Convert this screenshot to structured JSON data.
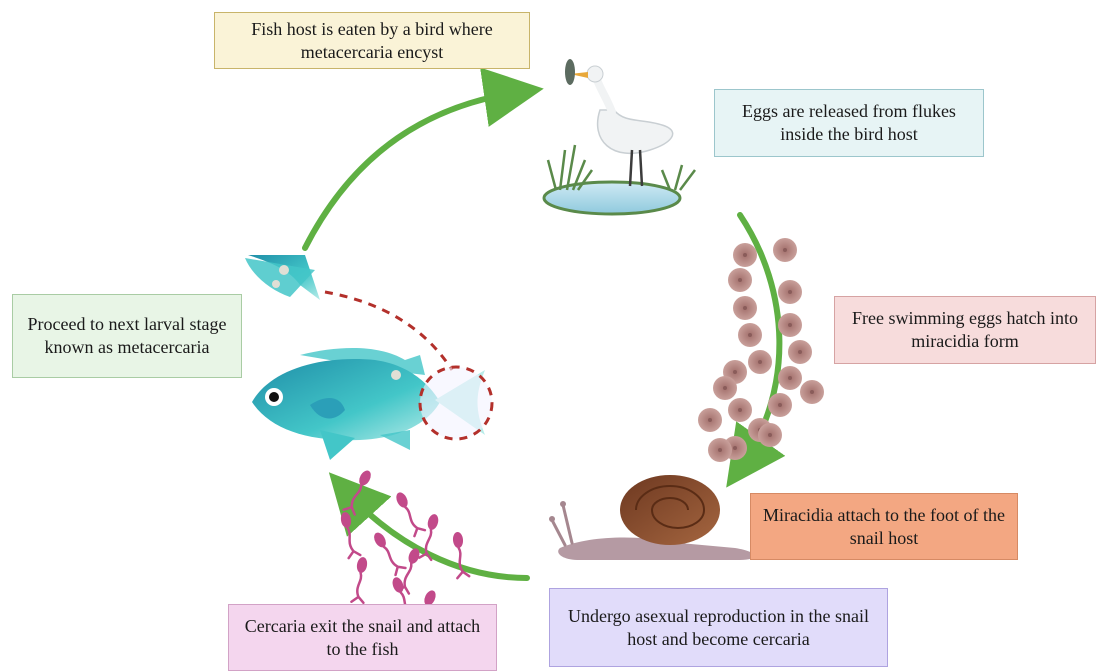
{
  "steps": {
    "bird_eats": {
      "text": "Fish host is eaten by a bird where metacercaria encyst",
      "bg": "#faf3d7",
      "border": "#c8b46a"
    },
    "eggs_release": {
      "text": "Eggs are released from flukes inside the bird host",
      "bg": "#e7f4f5",
      "border": "#9cc6cc"
    },
    "hatch": {
      "text": "Free swimming eggs hatch into miracidia form",
      "bg": "#f7dcdc",
      "border": "#d6a3a3"
    },
    "miracidia": {
      "text": "Miracidia attach to the foot of the snail host",
      "bg": "#f3a782",
      "border": "#d68a64"
    },
    "asexual": {
      "text": "Undergo asexual reproduction in the snail host and become cercaria",
      "bg": "#e1dcfa",
      "border": "#aea3e0"
    },
    "cercaria": {
      "text": "Cercaria exit the snail and attach to the fish",
      "bg": "#f4d6ee",
      "border": "#d2a2c6"
    },
    "metacercaria": {
      "text": "Proceed to next larval stage known as metacercaria",
      "bg": "#e8f5e6",
      "border": "#a9cca4"
    }
  },
  "colors": {
    "cycle_arrow": "#5fb043",
    "egg_fill": "#b98a86",
    "egg_core": "#8a5c5a",
    "fish_body": "#3dbfc7",
    "fish_dark": "#1f8ea8",
    "snail_shell": "#8a4e2d",
    "snail_body": "#b59aa3",
    "cercaria": "#c24a8a",
    "egret": "#f1f3f4",
    "dashed_circle": "#b3302b"
  },
  "icons": [
    "egret-icon",
    "pond-icon",
    "egg-cluster-icon",
    "snail-icon",
    "cercaria-cluster-icon",
    "fish-icon",
    "fish-tail-icon"
  ]
}
